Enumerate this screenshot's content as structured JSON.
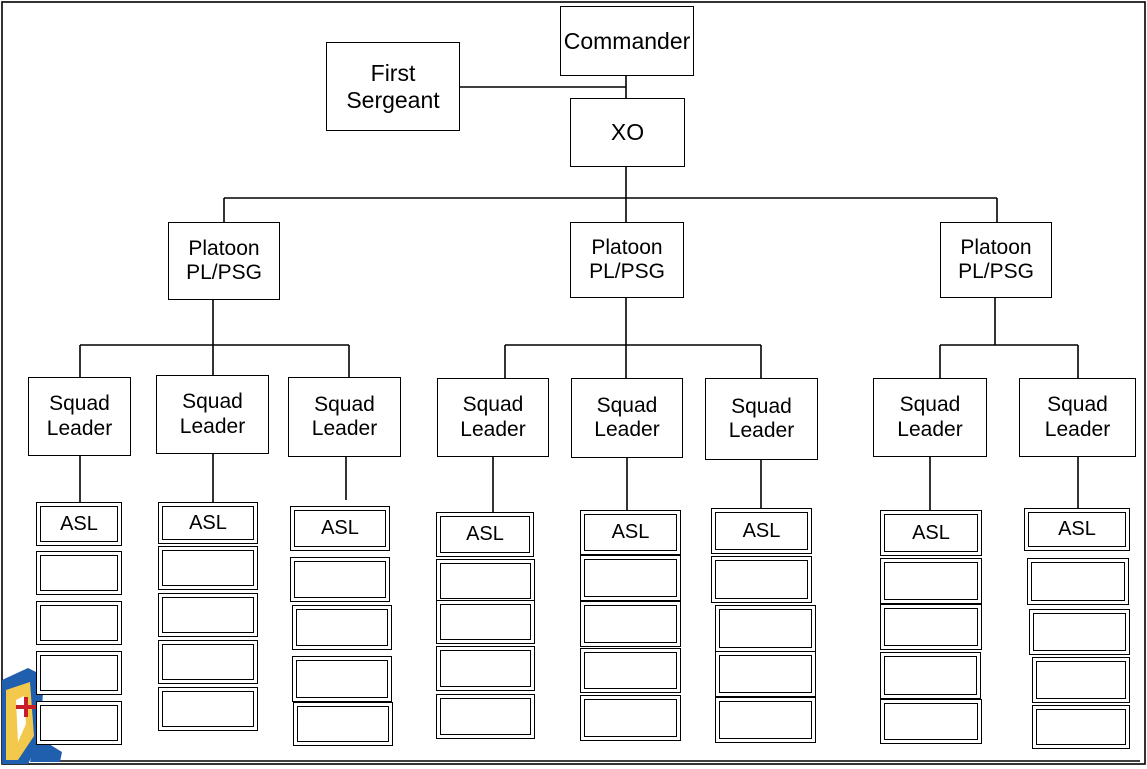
{
  "diagram": {
    "commander": "Commander",
    "first_sergeant": [
      "First",
      "Sergeant"
    ],
    "xo": "XO",
    "platoon": [
      "Platoon",
      "PL/PSG"
    ],
    "squad_leader": [
      "Squad",
      "Leader"
    ],
    "asl": "ASL",
    "platoons": [
      {
        "squads": 3
      },
      {
        "squads": 3
      },
      {
        "squads": 2
      }
    ]
  },
  "logo": {
    "icon": "medical-cross-logo-icon",
    "colors": [
      "#1f5fae",
      "#f2c94c",
      "#c81e2a"
    ]
  }
}
